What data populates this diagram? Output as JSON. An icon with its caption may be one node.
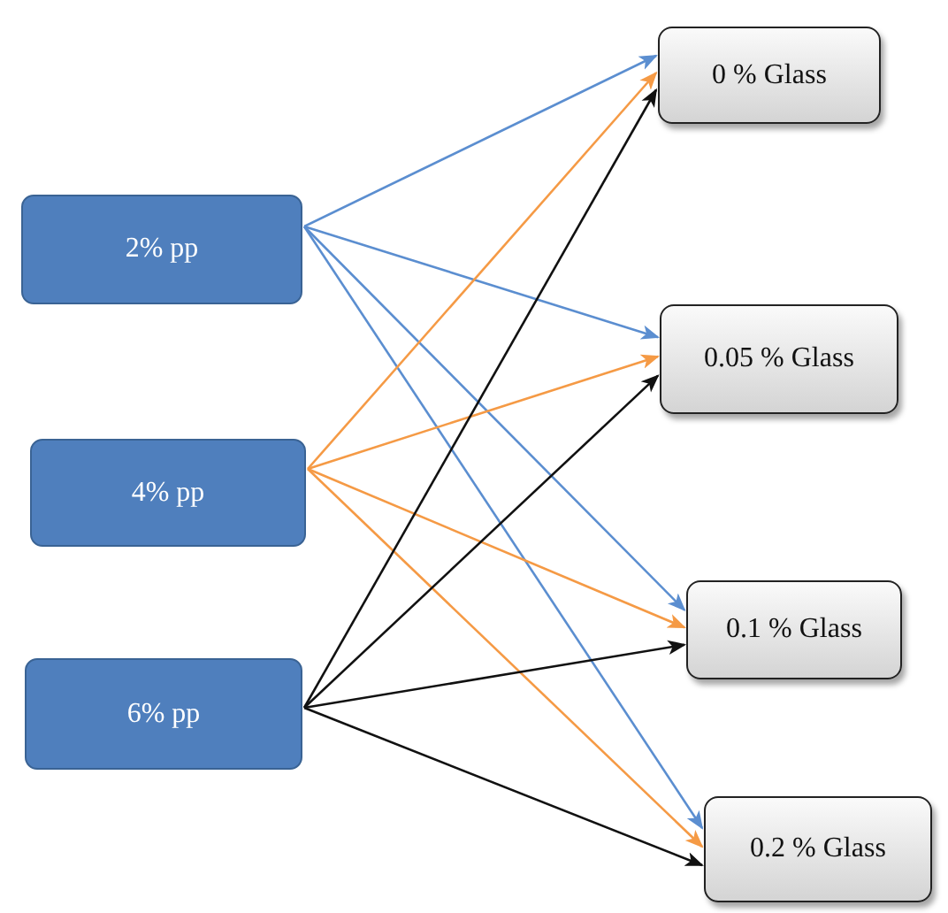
{
  "diagram": {
    "nodes": [
      {
        "text": [
          "2% pp"
        ]
      },
      {
        "text": [
          "4% pp"
        ]
      },
      {
        "text": [
          "6% pp"
        ]
      },
      {
        "text": [
          "0 % Glass"
        ]
      },
      {
        "text": [
          "0.05 % Glass"
        ]
      },
      {
        "text": [
          "0.1 % Glass"
        ]
      },
      {
        "text": [
          "0.2 % Glass"
        ]
      }
    ],
    "edges": [
      {
        "from": 0,
        "to": 3,
        "arrow": "to",
        "color": "#5b8ed0"
      },
      {
        "from": 0,
        "to": 4,
        "arrow": "to",
        "color": "#5b8ed0"
      },
      {
        "from": 0,
        "to": 5,
        "arrow": "to",
        "color": "#5b8ed0"
      },
      {
        "from": 0,
        "to": 6,
        "arrow": "to",
        "color": "#5b8ed0"
      },
      {
        "from": 1,
        "to": 3,
        "arrow": "to",
        "color": "#f59a45"
      },
      {
        "from": 1,
        "to": 4,
        "arrow": "to",
        "color": "#f59a45"
      },
      {
        "from": 1,
        "to": 5,
        "arrow": "to",
        "color": "#f59a45"
      },
      {
        "from": 1,
        "to": 6,
        "arrow": "to",
        "color": "#f59a45"
      },
      {
        "from": 2,
        "to": 3,
        "arrow": "to",
        "color": "#111111"
      },
      {
        "from": 2,
        "to": 4,
        "arrow": "to",
        "color": "#111111"
      },
      {
        "from": 2,
        "to": 5,
        "arrow": "to",
        "color": "#111111"
      },
      {
        "from": 2,
        "to": 6,
        "arrow": "to",
        "color": "#111111"
      }
    ]
  }
}
